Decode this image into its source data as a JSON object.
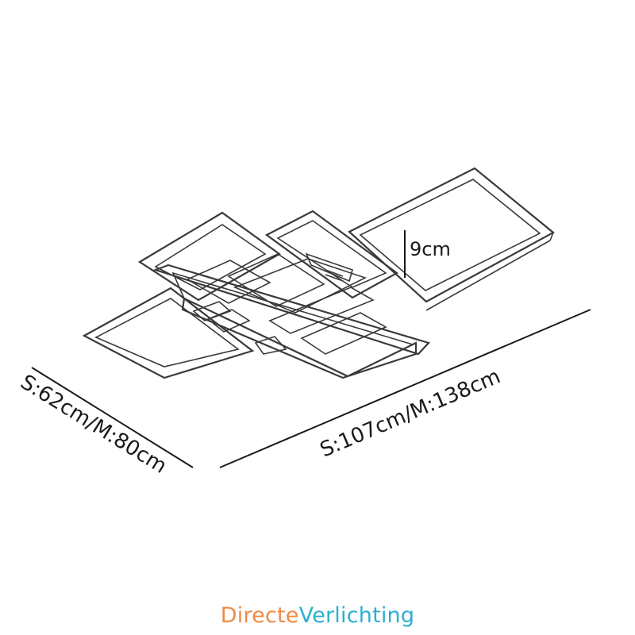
{
  "dimensions": {
    "height": "9cm",
    "width": "S:62cm/M:80cm",
    "length": "S:107cm/M:138cm"
  },
  "logo": {
    "part_a": "Directe",
    "part_b": "Verlichting",
    "color_a": "#ee8a45",
    "color_b": "#2bb0d0"
  },
  "drawing": {
    "subject": "ceiling-lamp-outline",
    "line_color": "#3a3a3a"
  }
}
